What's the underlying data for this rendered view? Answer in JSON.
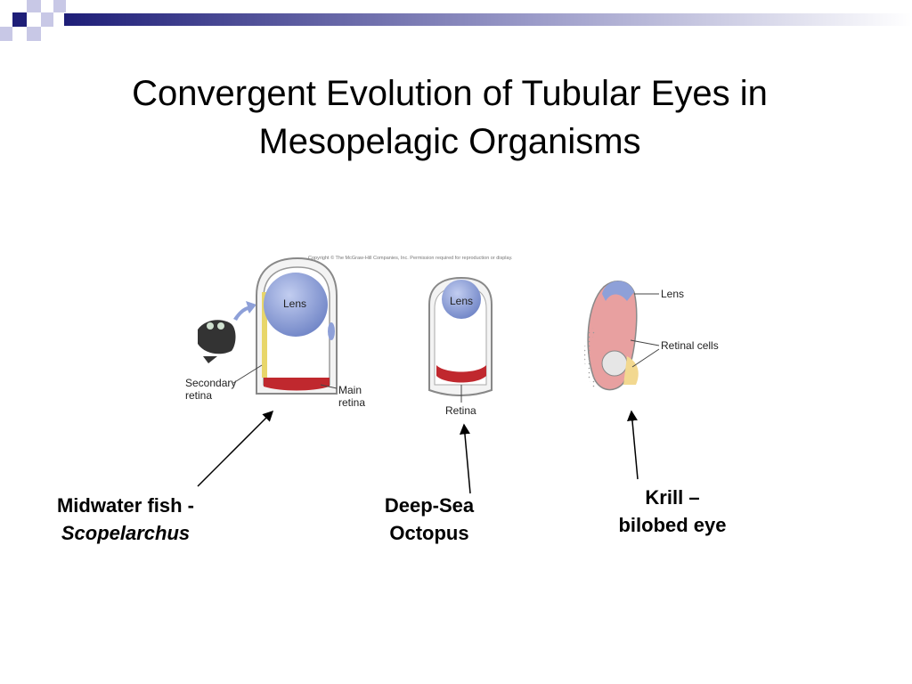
{
  "slide": {
    "title_line1": "Convergent Evolution of Tubular Eyes in",
    "title_line2": "Mesopelagic Organisms"
  },
  "figure": {
    "copyright_note": "Copyright © The McGraw-Hill Companies, Inc. Permission required for reproduction or display.",
    "fish_eye": {
      "lens_label": "Lens",
      "secondary_retina_line1": "Secondary",
      "secondary_retina_line2": "retina",
      "main_retina_line1": "Main",
      "main_retina_line2": "retina"
    },
    "octopus_eye": {
      "lens_label": "Lens",
      "retina_label": "Retina"
    },
    "krill_eye": {
      "lens_label": "Lens",
      "retinal_cells_label": "Retinal cells"
    }
  },
  "captions": {
    "fish_line1": "Midwater fish -",
    "fish_line2": "Scopelarchus",
    "octopus_line1": "Deep-Sea",
    "octopus_line2": "Octopus",
    "krill_line1": "Krill –",
    "krill_line2": "bilobed eye"
  },
  "colors": {
    "accent_navy": "#1e1e78",
    "accent_light": "#c8c8e6",
    "lens_blue": "#8ea0d8",
    "retina_red": "#c0282e",
    "krill_pink": "#e8a0a0"
  }
}
